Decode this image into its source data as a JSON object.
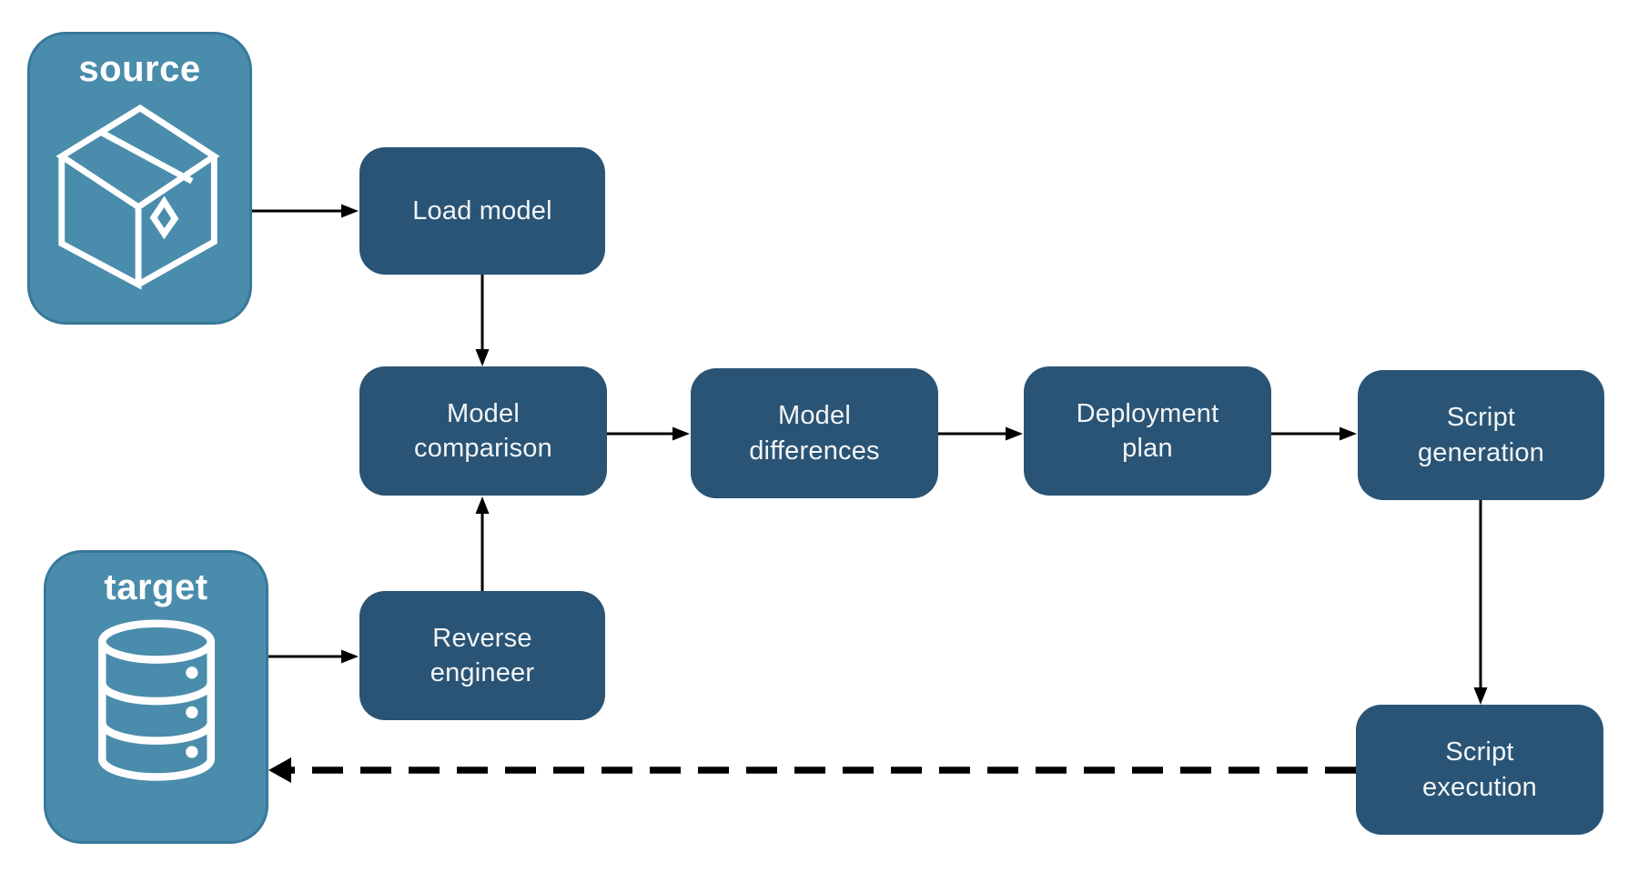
{
  "diagram": {
    "type": "flowchart",
    "colors": {
      "background": "#FFFFFF",
      "process_fill": "#2A5475",
      "process_text": "#F2F5F7",
      "endpoint_fill": "#4A8CAB",
      "endpoint_border": "#38789A",
      "endpoint_text": "#FFFFFF",
      "arrow_color": "#000000"
    },
    "nodes": {
      "source": {
        "label": "source",
        "type": "endpoint",
        "icon": "package-icon"
      },
      "target": {
        "label": "target",
        "type": "endpoint",
        "icon": "database-icon"
      },
      "load_model": {
        "label": "Load model",
        "type": "process"
      },
      "reverse_engineer": {
        "label": "Reverse engineer",
        "type": "process"
      },
      "model_comparison": {
        "label": "Model comparison",
        "type": "process"
      },
      "model_differences": {
        "label": "Model differences",
        "type": "process"
      },
      "deployment_plan": {
        "label": "Deployment plan",
        "type": "process"
      },
      "script_generation": {
        "label": "Script generation",
        "type": "process"
      },
      "script_execution": {
        "label": "Script execution",
        "type": "process"
      }
    },
    "edges": [
      {
        "from": "source",
        "to": "load_model",
        "style": "solid"
      },
      {
        "from": "load_model",
        "to": "model_comparison",
        "style": "solid"
      },
      {
        "from": "target",
        "to": "reverse_engineer",
        "style": "solid"
      },
      {
        "from": "reverse_engineer",
        "to": "model_comparison",
        "style": "solid"
      },
      {
        "from": "model_comparison",
        "to": "model_differences",
        "style": "solid"
      },
      {
        "from": "model_differences",
        "to": "deployment_plan",
        "style": "solid"
      },
      {
        "from": "deployment_plan",
        "to": "script_generation",
        "style": "solid"
      },
      {
        "from": "script_generation",
        "to": "script_execution",
        "style": "solid"
      },
      {
        "from": "script_execution",
        "to": "target",
        "style": "dashed"
      }
    ]
  }
}
